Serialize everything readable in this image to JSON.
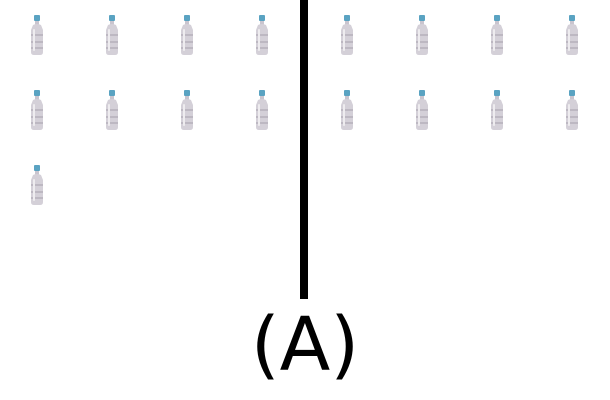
{
  "label": "(A)",
  "groups": [
    {
      "name": "left",
      "count": 9,
      "columns": 4
    },
    {
      "name": "right",
      "count": 8,
      "columns": 4
    }
  ],
  "item_icon": "water-bottle-icon",
  "colors": {
    "cap": "#5aa3c2",
    "bottle_body": "#d4d0d8",
    "divider": "#000000",
    "background": "#ffffff"
  }
}
